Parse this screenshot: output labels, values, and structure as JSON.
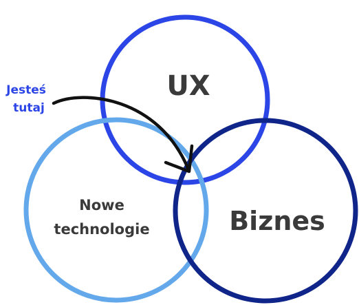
{
  "colors": {
    "ux_circle": "#2b45e6",
    "tech_circle": "#64a8ec",
    "business_circle": "#0f2589",
    "arrow": "#111111",
    "pointer_label": "#2b45e6",
    "circle_text": "#3a3a3a"
  },
  "circles": {
    "ux": {
      "label": "UX"
    },
    "technology": {
      "label_line1": "Nowe",
      "label_line2": "technologie"
    },
    "business": {
      "label": "Biznes"
    }
  },
  "pointer": {
    "label_line1": "Jesteś",
    "label_line2": "tutaj",
    "icon": "curved-arrow-icon"
  }
}
